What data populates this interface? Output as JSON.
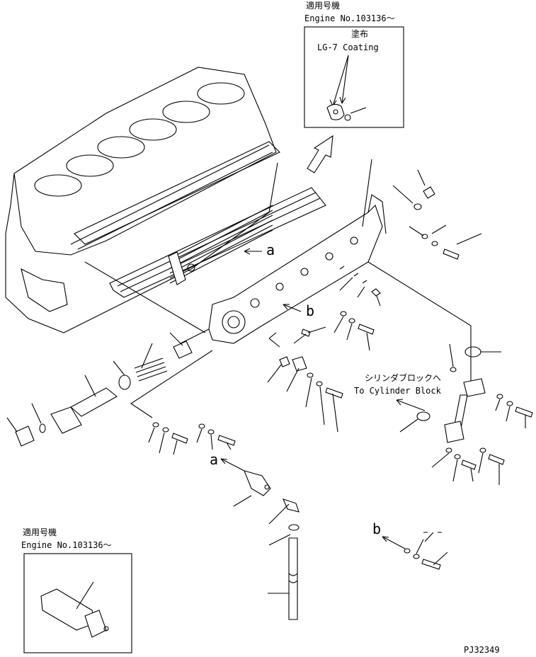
{
  "top_inset": {
    "applicable_jp": "適用号機",
    "engine_no": "Engine No.103136～",
    "coating_jp": "塗布",
    "coating_en": "LG-7 Coating"
  },
  "bottom_inset": {
    "applicable_jp": "適用号機",
    "engine_no": "Engine No.103136～"
  },
  "cylinder_note": {
    "jp": "シリンダブロックへ",
    "en": "To Cylinder Block"
  },
  "markers": {
    "a": "a",
    "b": "b"
  },
  "drawing_id": "PJ32349"
}
